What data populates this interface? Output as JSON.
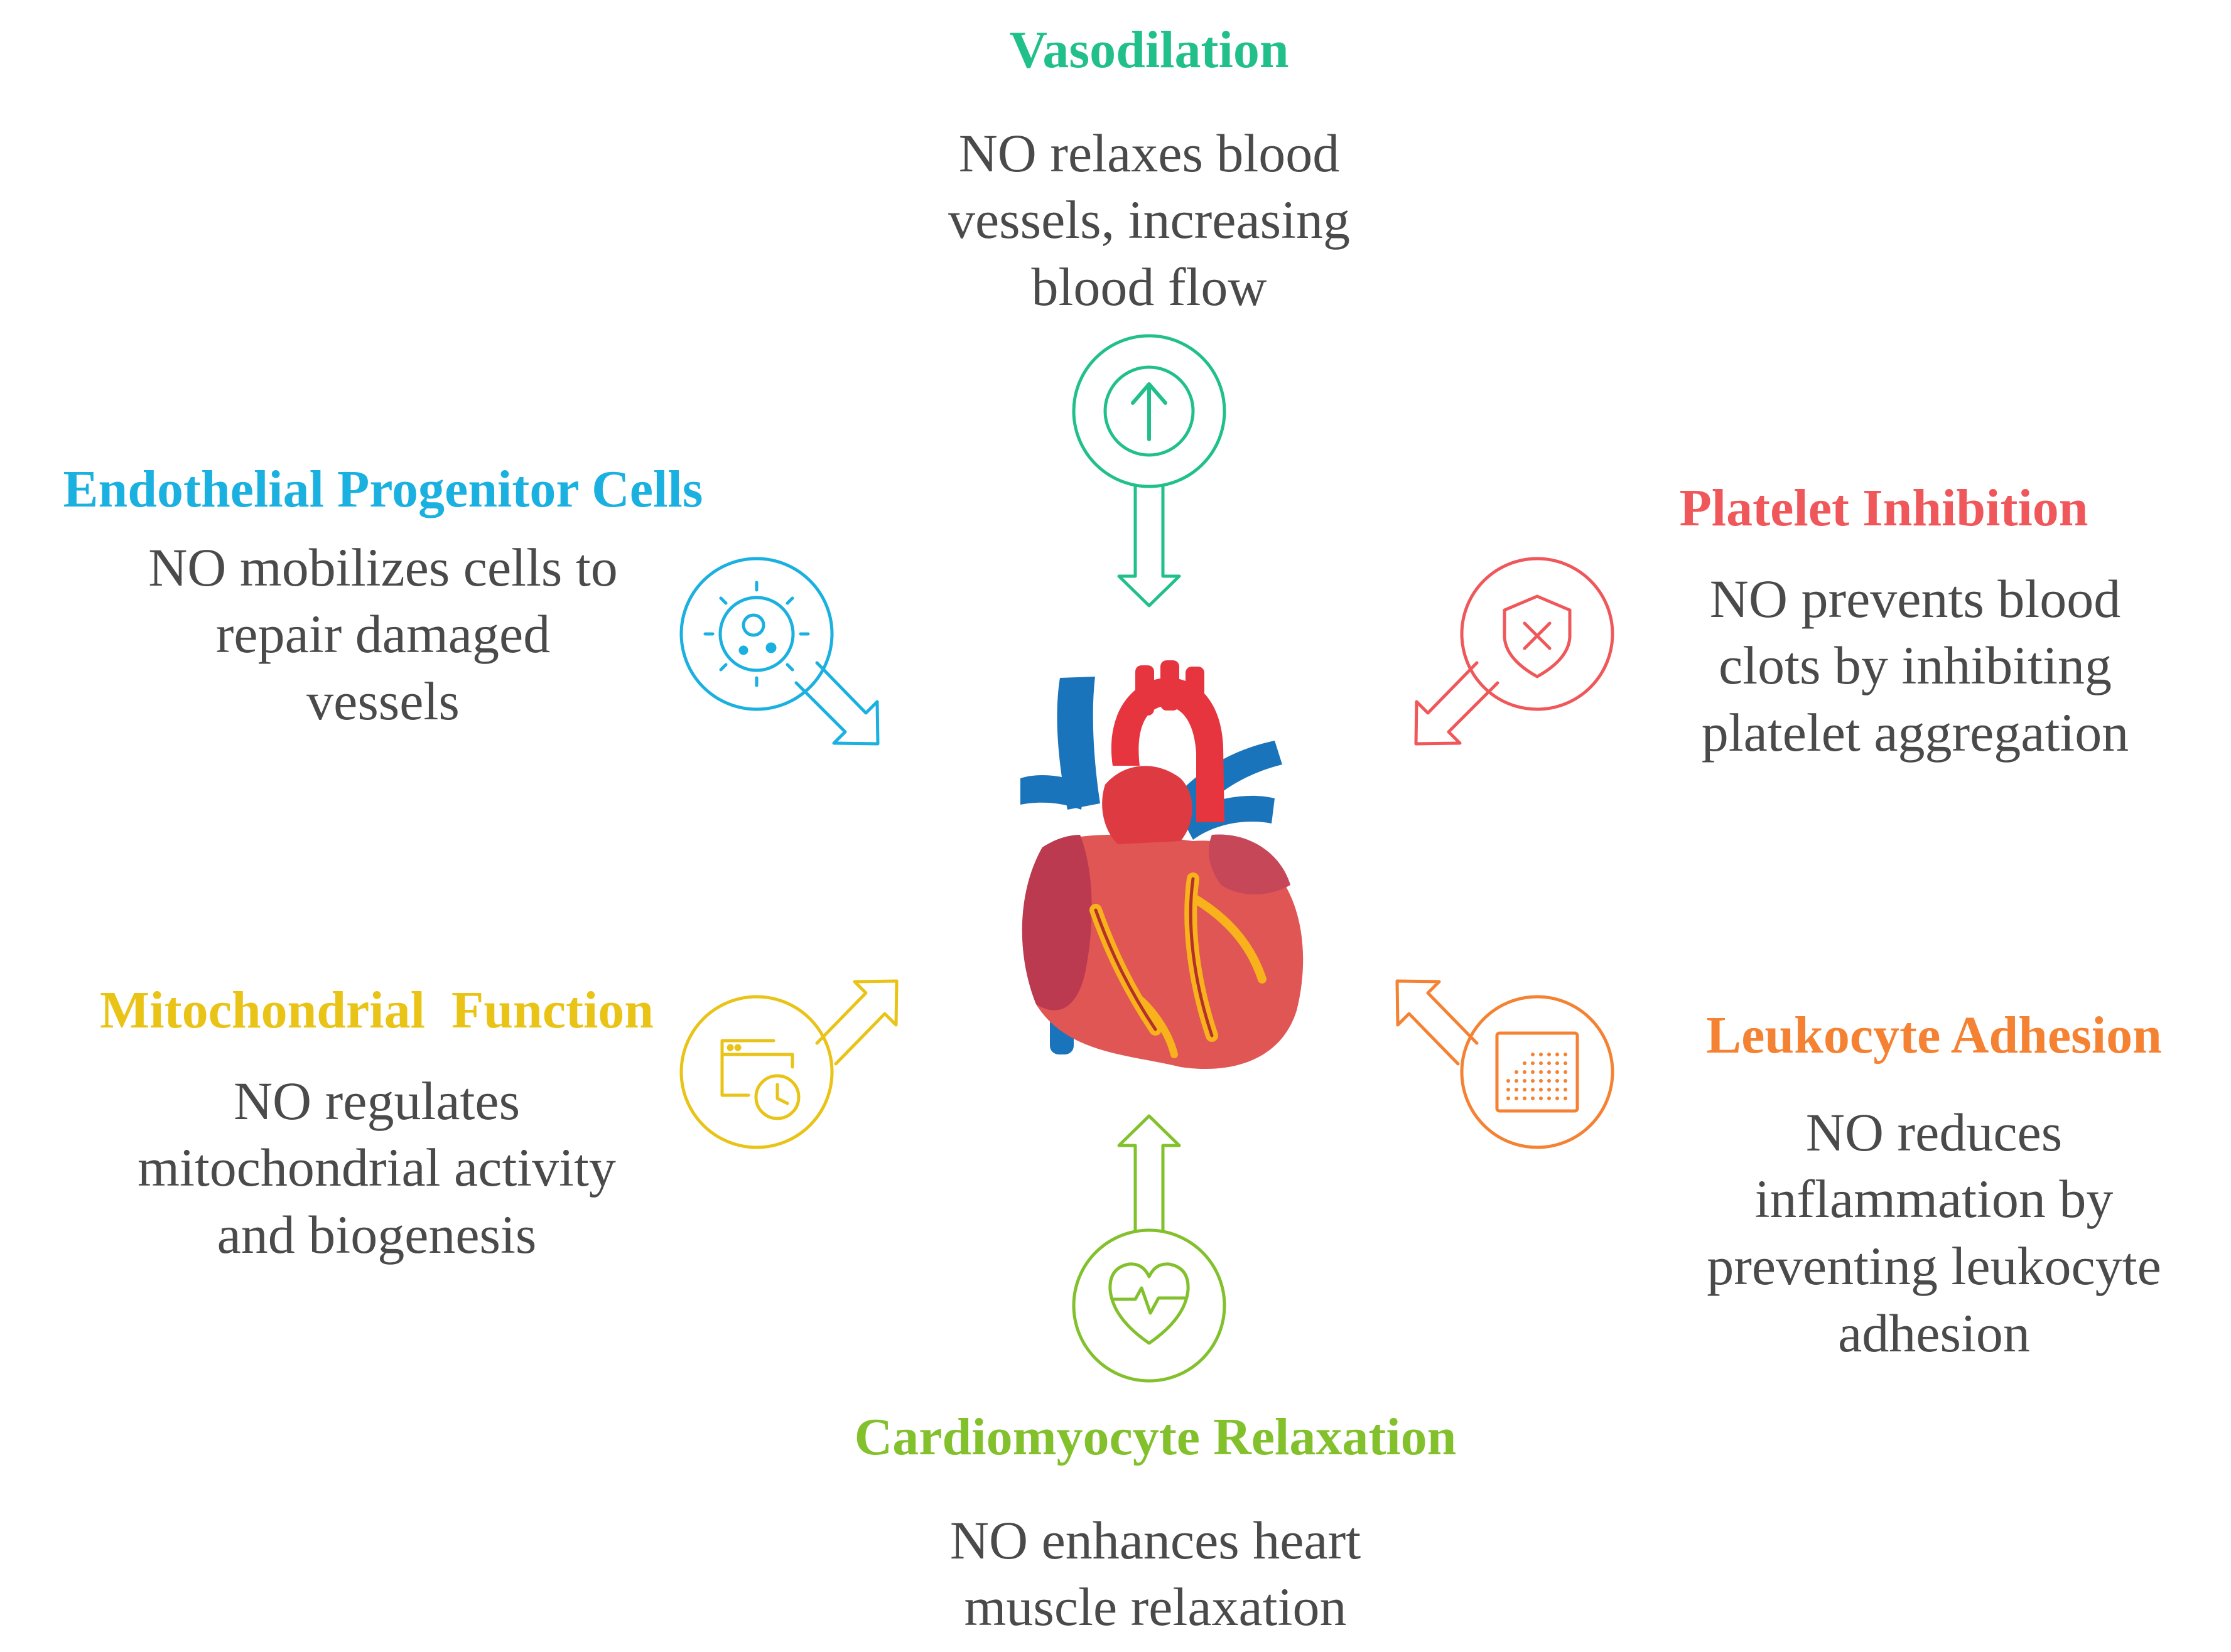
{
  "colors": {
    "vasodilation": "#21c08a",
    "endothelial": "#1ab0e0",
    "platelet": "#f0575a",
    "mitochondrial": "#e9c316",
    "leukocyte": "#f58233",
    "cardiomyocyte": "#82c02c",
    "text": "#4a4a4a"
  },
  "nodes": {
    "vasodilation": {
      "title": "Vasodilation",
      "lines": [
        "NO relaxes blood",
        "vessels, increasing",
        "blood flow"
      ],
      "icon": "arrow-up-icon"
    },
    "endothelial": {
      "title": "Endothelial Progenitor Cells",
      "lines": [
        "NO mobilizes cells to",
        "repair damaged",
        "vessels"
      ],
      "icon": "cell-icon"
    },
    "platelet": {
      "title": "Platelet Inhibition",
      "lines": [
        "NO prevents blood",
        "clots by inhibiting",
        "platelet aggregation"
      ],
      "icon": "shield-x-icon"
    },
    "mitochondrial": {
      "title": "Mitochondrial  Function",
      "lines": [
        "NO regulates",
        "mitochondrial activity",
        "and biogenesis"
      ],
      "icon": "window-clock-icon"
    },
    "leukocyte": {
      "title": "Leukocyte Adhesion",
      "lines": [
        "NO reduces",
        "inflammation by",
        "preventing leukocyte",
        "adhesion"
      ],
      "icon": "dot-grid-icon"
    },
    "cardiomyocyte": {
      "title": "Cardiomyocyte Relaxation",
      "lines": [
        "NO enhances heart",
        "muscle relaxation"
      ],
      "icon": "heart-pulse-icon"
    }
  },
  "center": {
    "icon": "anatomical-heart-icon"
  }
}
